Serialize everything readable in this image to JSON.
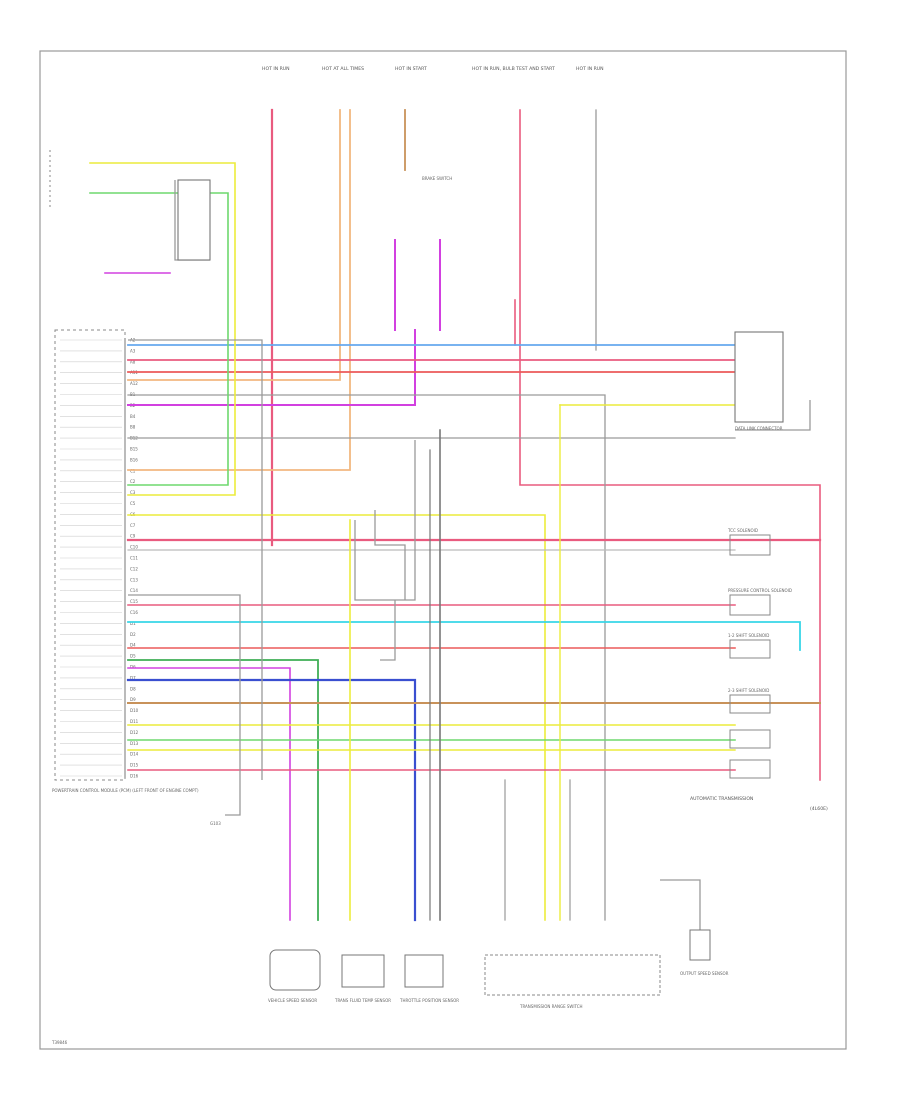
{
  "footer": {
    "corner_code": "T39846",
    "section_label": "AUTOMATIC TRANSMISSION",
    "section_sub": "(4L60E)"
  },
  "components": {
    "pcm": "POWERTRAIN CONTROL MODULE (PCM) (LEFT FRONT OF ENGINE COMPT)",
    "brake_switch": "BRAKE SWITCH",
    "tcc_solenoid": "TCC SOLENOID",
    "pressure_control": "PRESSURE CONTROL SOLENOID",
    "shift_solenoid_a": "1-2 SHIFT SOLENOID",
    "shift_solenoid_b": "2-3 SHIFT SOLENOID",
    "vss": "VEHICLE SPEED SENSOR",
    "trans_range_switch": "TRANSMISSION RANGE SWITCH",
    "tft_sensor": "TRANS FLUID TEMP SENSOR",
    "throttle_sensor": "THROTTLE POSITION SENSOR",
    "speed_sensor_out": "OUTPUT SPEED SENSOR",
    "data_link": "DATA LINK CONNECTOR",
    "ground": "G103"
  },
  "fuses": {
    "f1": "HOT IN RUN",
    "f2": "HOT AT ALL TIMES",
    "f3": "HOT IN START",
    "f4": "HOT IN RUN, BULB TEST AND START",
    "f5": "HOT IN RUN"
  },
  "pcm_pins": [
    "A2",
    "A3",
    "A8",
    "A11",
    "A12",
    "B1",
    "B2",
    "B4",
    "B8",
    "B12",
    "B15",
    "B16",
    "C1",
    "C2",
    "C3",
    "C5",
    "C6",
    "C7",
    "C9",
    "C10",
    "C11",
    "C12",
    "C13",
    "C14",
    "C15",
    "C16",
    "D1",
    "D2",
    "D4",
    "D5",
    "D6",
    "D7",
    "D8",
    "D9",
    "D10",
    "D11",
    "D12",
    "D13",
    "D14",
    "D15",
    "D16"
  ],
  "wire_colors": {
    "pnk": "#e95b7f",
    "org": "#f2b880",
    "yel": "#ecec3c",
    "ltgrn": "#6ed86e",
    "dkgrn": "#3fae55",
    "blu": "#3a4fd0",
    "ltblu": "#66a8ee",
    "brn": "#c8925a",
    "ppl": "#d240e0",
    "red": "#ec5a5a",
    "cyan": "#38d6e8",
    "gry": "#9a9a9a"
  }
}
